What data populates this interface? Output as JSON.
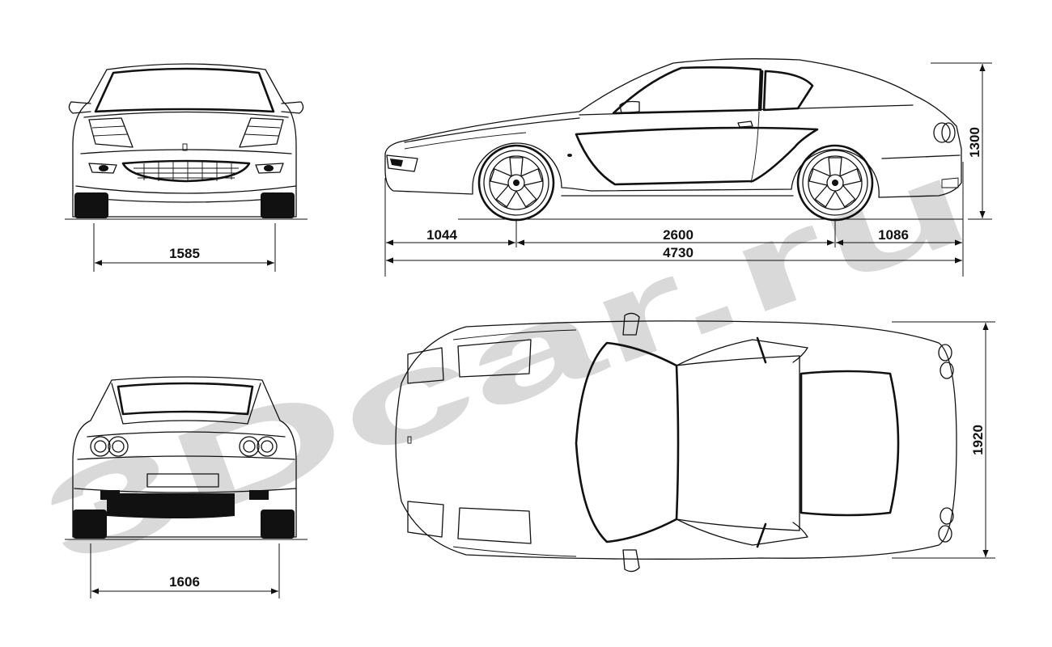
{
  "watermark": {
    "text": "3Dcar.ru",
    "color": "#d9d9d9"
  },
  "dimensions": {
    "front_track": "1585",
    "rear_track": "1606",
    "front_overhang": "1044",
    "wheelbase": "2600",
    "rear_overhang": "1086",
    "overall_length": "4730",
    "overall_height": "1300",
    "overall_width": "1920"
  },
  "colors": {
    "ink": "#111111",
    "paper": "#ffffff"
  }
}
